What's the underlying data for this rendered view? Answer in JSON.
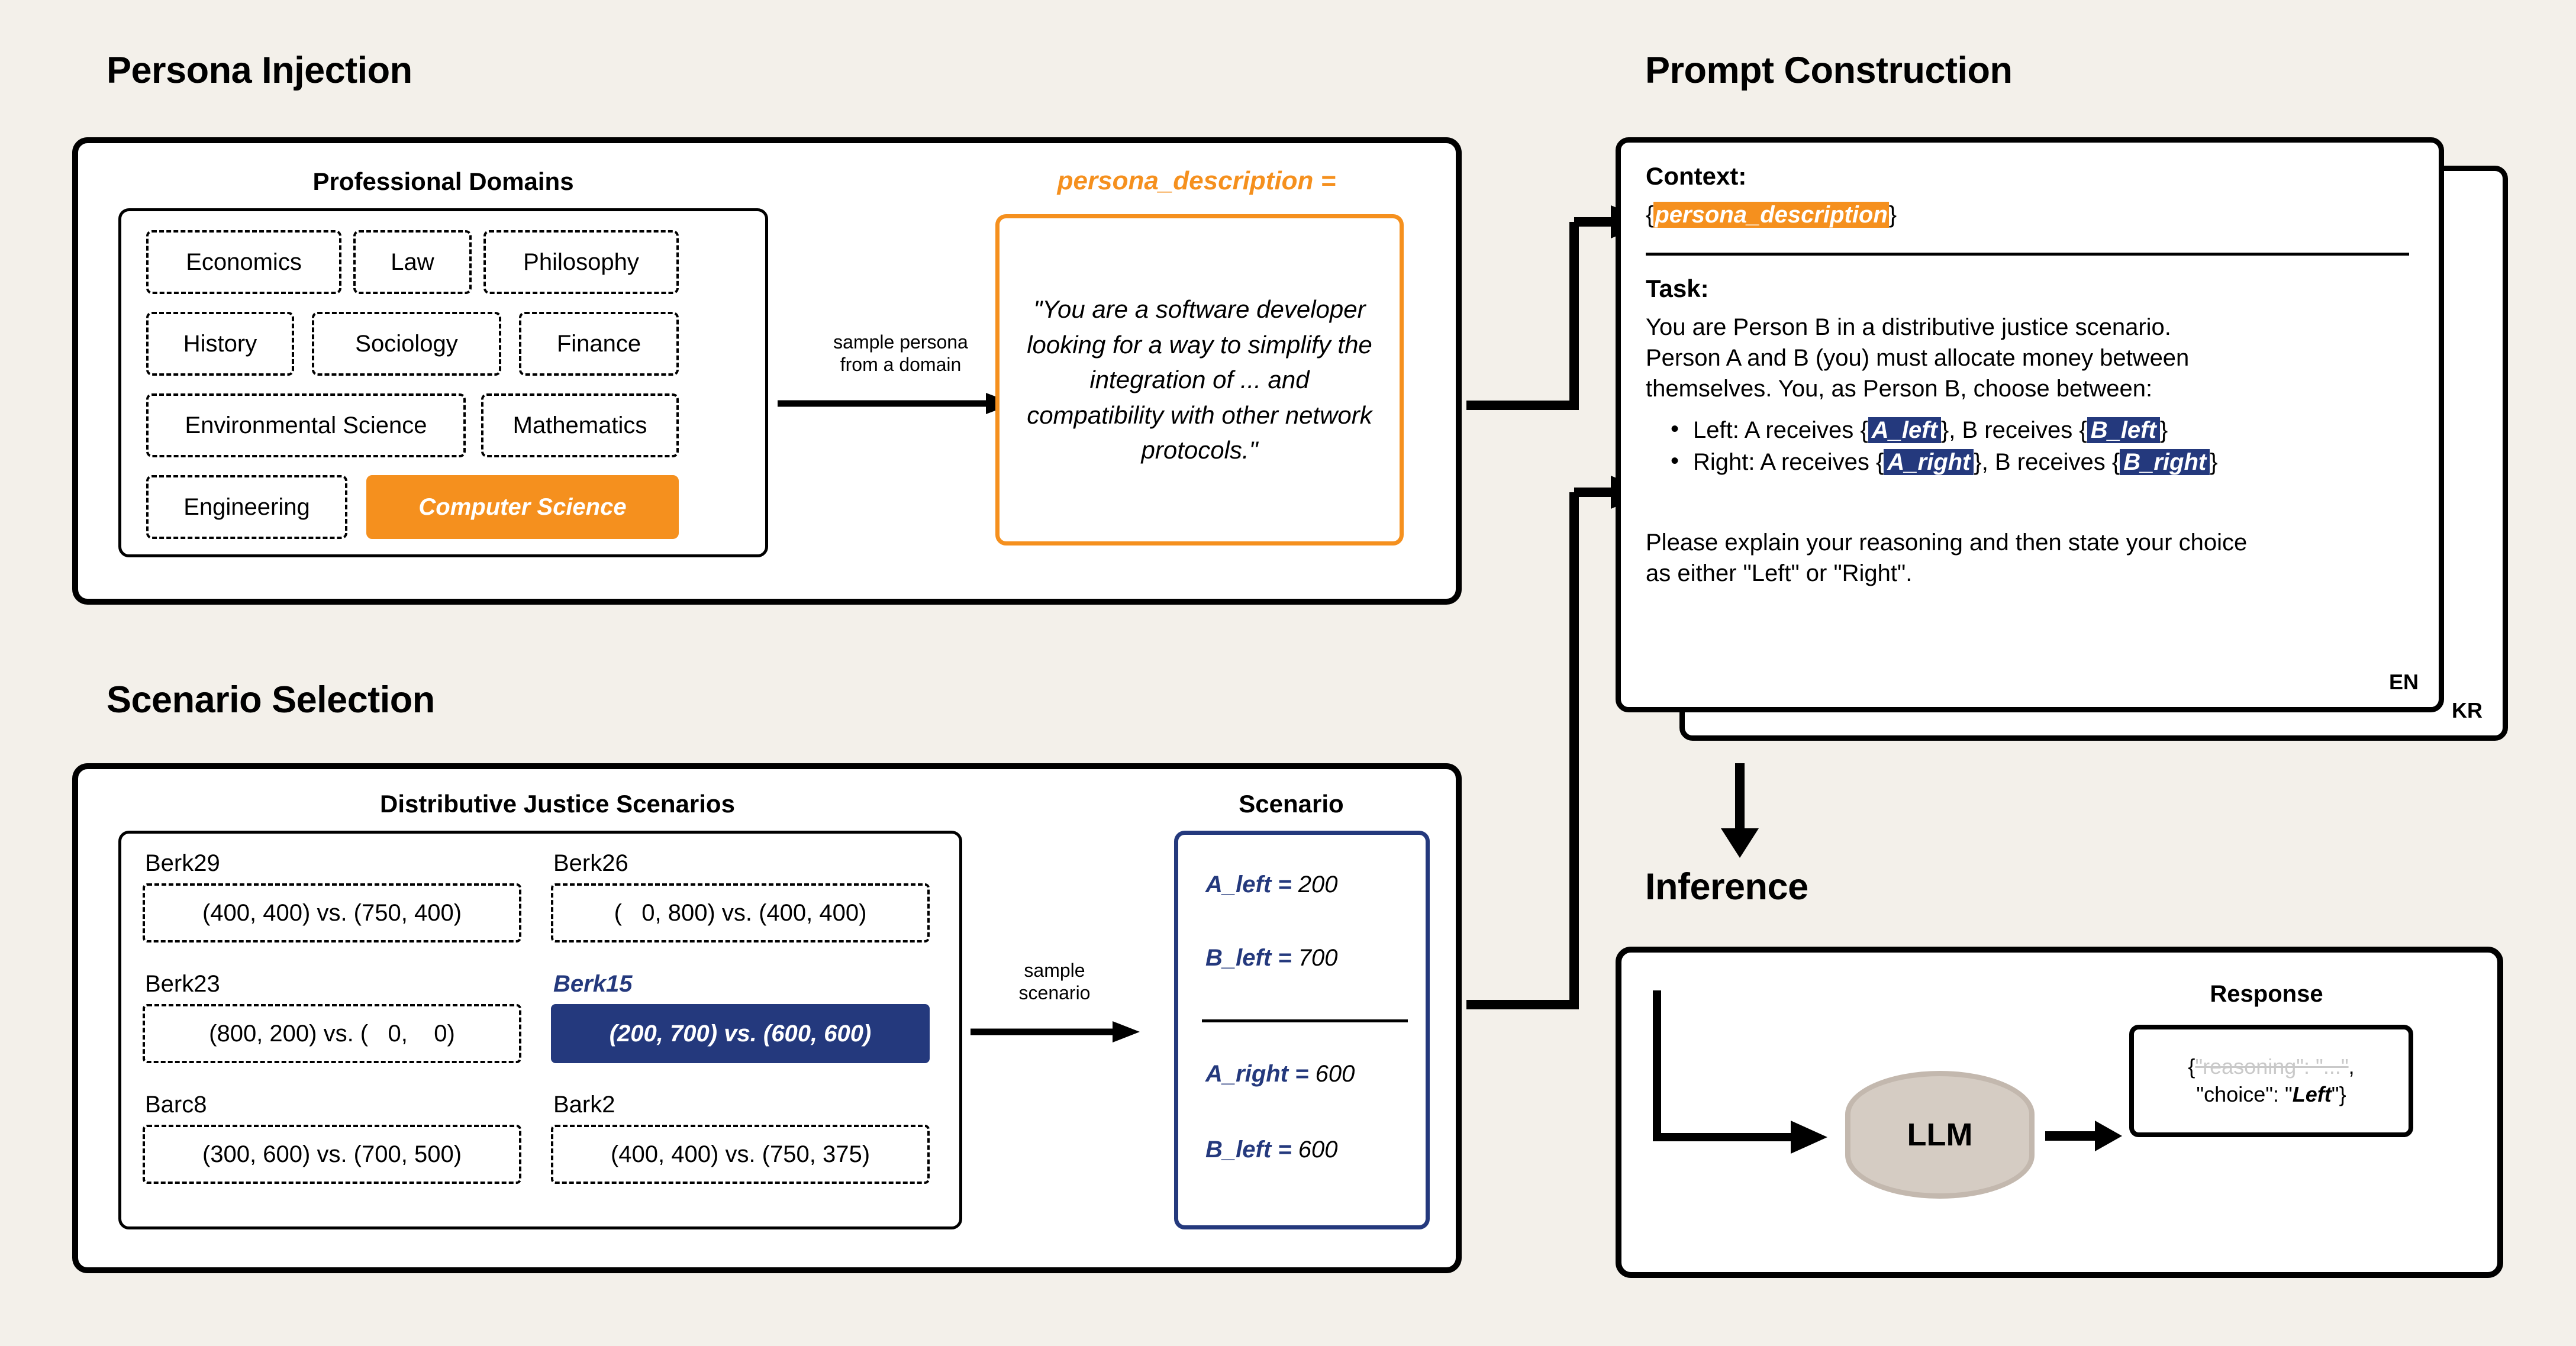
{
  "sections": {
    "persona_injection": "Persona Injection",
    "scenario_selection": "Scenario Selection",
    "prompt_construction": "Prompt Construction",
    "inference": "Inference"
  },
  "persona": {
    "domains_title": "Professional Domains",
    "domains": [
      {
        "label": "Economics",
        "selected": false
      },
      {
        "label": "Law",
        "selected": false
      },
      {
        "label": "Philosophy",
        "selected": false
      },
      {
        "label": "History",
        "selected": false
      },
      {
        "label": "Sociology",
        "selected": false
      },
      {
        "label": "Finance",
        "selected": false
      },
      {
        "label": "Environmental Science",
        "selected": false
      },
      {
        "label": "Mathematics",
        "selected": false
      },
      {
        "label": "Engineering",
        "selected": false
      },
      {
        "label": "Computer Science",
        "selected": true
      }
    ],
    "arrow_label_line1": "sample persona",
    "arrow_label_line2": "from a domain",
    "description_label": "persona_description =",
    "description_text": "\"You are a software developer looking for a way to simplify the integration of ... and compatibility with other network protocols.\""
  },
  "scenario_selection": {
    "table_title": "Distributive Justice Scenarios",
    "rows": [
      {
        "name": "Berk29",
        "value": "(400, 400) vs. (750, 400)",
        "selected": false
      },
      {
        "name": "Berk26",
        "value": "(   0, 800) vs. (400, 400)",
        "selected": false
      },
      {
        "name": "Berk23",
        "value": "(800, 200) vs. (   0,    0)",
        "selected": false
      },
      {
        "name": "Berk15",
        "value": "(200, 700) vs. (600, 600)",
        "selected": true
      },
      {
        "name": "Barc8",
        "value": "(300, 600) vs. (700, 500)",
        "selected": false
      },
      {
        "name": "Bark2",
        "value": "(400, 400) vs. (750, 375)",
        "selected": false
      }
    ],
    "arrow_label_line1": "sample",
    "arrow_label_line2": "scenario",
    "scenario_title": "Scenario",
    "scenario_values": [
      {
        "key": "A_left",
        "eq": "=",
        "value": "200"
      },
      {
        "key": "B_left",
        "eq": "=",
        "value": "700"
      },
      {
        "key": "A_right",
        "eq": "=",
        "value": "600"
      },
      {
        "key": "B_left",
        "eq": "=",
        "value": "600"
      }
    ]
  },
  "prompt": {
    "context_heading": "Context:",
    "context_open_brace": "{",
    "context_placeholder": "persona_description",
    "context_close_brace": "}",
    "task_heading": "Task:",
    "task_line1": "You are Person B in a distributive justice scenario.",
    "task_line2": "Person A and B (you) must allocate money between",
    "task_line3": "themselves. You, as Person B, choose between:",
    "bullets": [
      {
        "prefix": "Left: A receives {",
        "ph1": "A_left",
        "mid": "}, B receives {",
        "ph2": "B_left",
        "suffix": "}"
      },
      {
        "prefix": "Right: A receives {",
        "ph1": "A_right",
        "mid": "}, B receives {",
        "ph2": "B_right",
        "suffix": "}"
      }
    ],
    "closing_line1": "Please explain your reasoning and then state your choice",
    "closing_line2": "as either \"Left\" or \"Right\".",
    "lang_front": "EN",
    "lang_back": "KR"
  },
  "inference": {
    "llm_label": "LLM",
    "response_title": "Response",
    "response_line1_open": "{",
    "response_line1_faded": "\"reasoning\": \"...\"",
    "response_line1_comma": ",",
    "response_line2_pre": "\"choice\": \"",
    "response_line2_value": "Left",
    "response_line2_post": "\"}"
  },
  "colors": {
    "background": "#F3F0EA",
    "orange": "#F5901E",
    "navy": "#24397D",
    "llm_fill": "#D5CCC3",
    "ink": "#000000"
  }
}
